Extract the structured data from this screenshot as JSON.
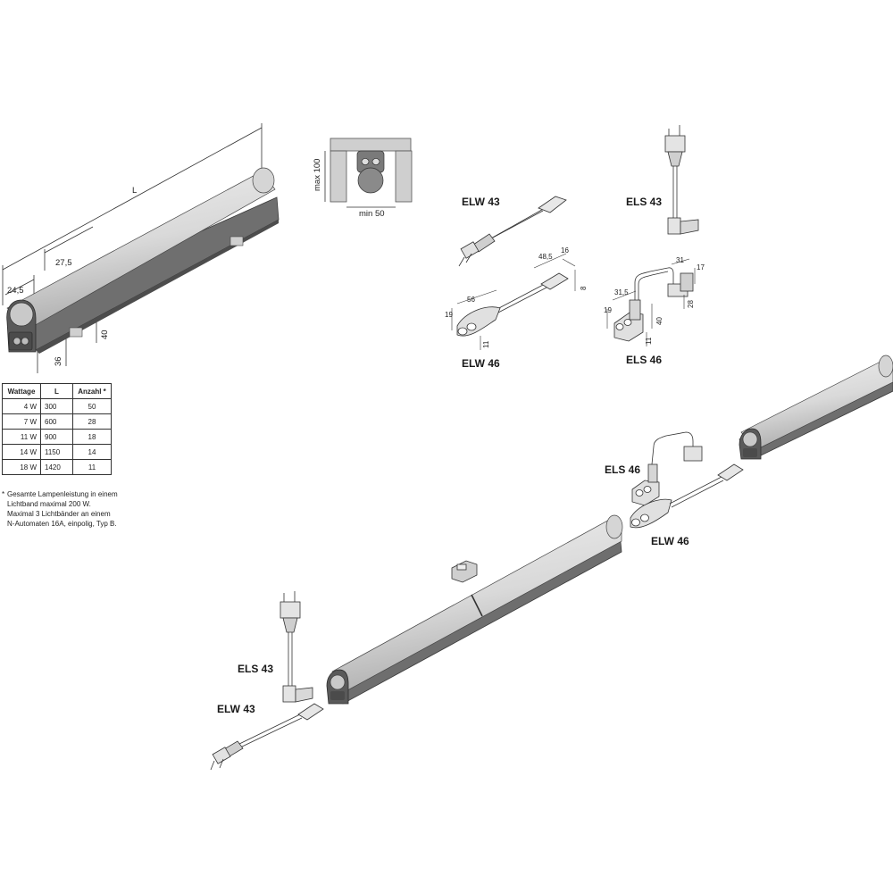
{
  "dims": {
    "L": "L",
    "d27_5": "27,5",
    "d24_5": "24,5",
    "d40": "40",
    "d36": "36",
    "max100": "max 100",
    "min50": "min 50",
    "elw46_56": "56",
    "elw46_19": "19",
    "elw46_11": "11",
    "elw46_48_5": "48,5",
    "elw46_16": "16",
    "elw46_8": "8",
    "els46_31_5": "31,5",
    "els46_19": "19",
    "els46_11": "11",
    "els46_40": "40",
    "els46_31": "31",
    "els46_17": "17",
    "els46_28": "28"
  },
  "labels": {
    "elw43_top": "ELW 43",
    "els43_top": "ELS 43",
    "elw46_top": "ELW 46",
    "els46_top": "ELS 46",
    "els46_mid": "ELS 46",
    "elw46_mid": "ELW 46",
    "els43_bottom": "ELS 43",
    "elw43_bottom": "ELW 43"
  },
  "table": {
    "headers": [
      "Wattage",
      "L",
      "Anzahl *"
    ],
    "rows": [
      {
        "watt": "4 W",
        "l": "300",
        "anzahl": "50"
      },
      {
        "watt": "7 W",
        "l": "600",
        "anzahl": "28"
      },
      {
        "watt": "11 W",
        "l": "900",
        "anzahl": "18"
      },
      {
        "watt": "14 W",
        "l": "1150",
        "anzahl": "14"
      },
      {
        "watt": "18 W",
        "l": "1420",
        "anzahl": "11"
      }
    ]
  },
  "note": {
    "asterisk": "*",
    "lines": [
      "Gesamte Lampenleistung in einem",
      "Lichtband maximal 200 W.",
      "Maximal 3 Lichtbänder an einem",
      "N-Automaten 16A, einpolig, Typ B."
    ]
  },
  "colors": {
    "tube_light": "#e4e4e4",
    "tube_shade": "#b8b8b8",
    "housing": "#6e6e6e",
    "housing_dark": "#4a4a4a",
    "line": "#333333"
  }
}
